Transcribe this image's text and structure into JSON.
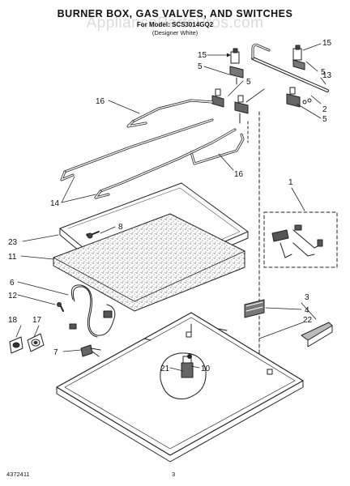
{
  "page": {
    "title": "BURNER BOX, GAS VALVES, AND SWITCHES",
    "model": "For Model: SCS3014GQ2",
    "variant": "(Designer White)",
    "watermark": "AppliancePartsPros.com",
    "doc_number": "4372411",
    "page_number": "3"
  },
  "callouts": [
    {
      "id": "c15a",
      "text": "15"
    },
    {
      "id": "c15b",
      "text": "15"
    },
    {
      "id": "c5a",
      "text": "5"
    },
    {
      "id": "c5b",
      "text": "5"
    },
    {
      "id": "c5c",
      "text": "5"
    },
    {
      "id": "c5d",
      "text": "5"
    },
    {
      "id": "c13",
      "text": "13"
    },
    {
      "id": "c2",
      "text": "2"
    },
    {
      "id": "c16a",
      "text": "16"
    },
    {
      "id": "c16b",
      "text": "16"
    },
    {
      "id": "c14",
      "text": "14"
    },
    {
      "id": "c1",
      "text": "1"
    },
    {
      "id": "c8",
      "text": "8"
    },
    {
      "id": "c23",
      "text": "23"
    },
    {
      "id": "c11",
      "text": "11"
    },
    {
      "id": "c6",
      "text": "6"
    },
    {
      "id": "c12",
      "text": "12"
    },
    {
      "id": "c3",
      "text": "3"
    },
    {
      "id": "c4",
      "text": "4"
    },
    {
      "id": "c18",
      "text": "18"
    },
    {
      "id": "c17",
      "text": "17"
    },
    {
      "id": "c22",
      "text": "22"
    },
    {
      "id": "c7",
      "text": "7"
    },
    {
      "id": "c21",
      "text": "21"
    },
    {
      "id": "c10",
      "text": "10"
    }
  ]
}
